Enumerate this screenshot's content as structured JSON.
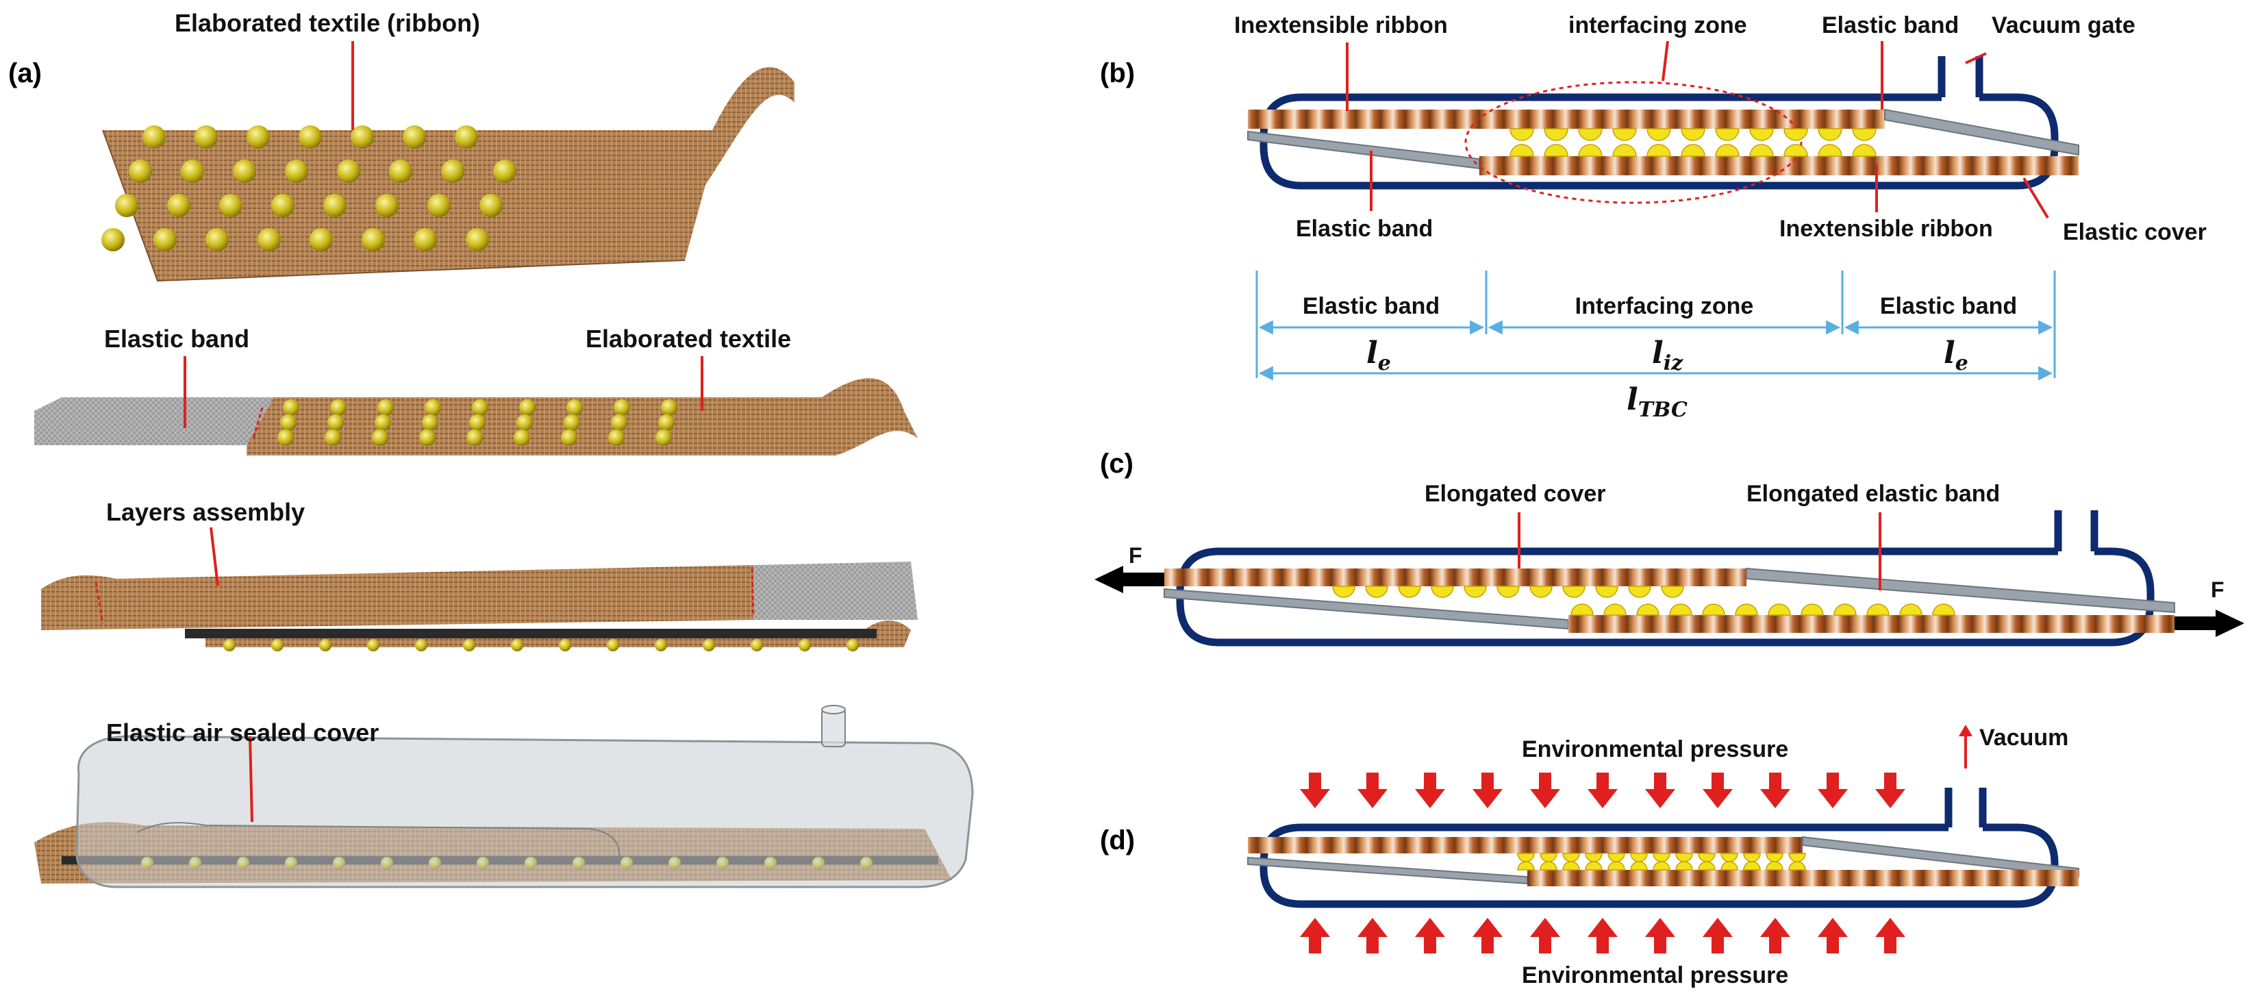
{
  "panels": {
    "a": "(a)",
    "b": "(b)",
    "c": "(c)",
    "d": "(d)"
  },
  "panel_a": {
    "label_textile_ribbon": "Elaborated textile (ribbon)",
    "label_elastic_band": "Elastic band",
    "label_elaborated_textile": "Elaborated textile",
    "label_layers_assembly": "Layers assembly",
    "label_cover": "Elastic air sealed cover"
  },
  "panel_b": {
    "label_inextensible_top": "Inextensible ribbon",
    "label_interfacing_zone": "interfacing zone",
    "label_elastic_top": "Elastic band",
    "label_vacuum_gate": "Vacuum gate",
    "label_elastic_bottom": "Elastic band",
    "label_inextensible_bottom": "Inextensible ribbon",
    "label_elastic_cover": "Elastic cover",
    "dim_left": "Elastic band",
    "dim_mid": "Interfacing zone",
    "dim_right": "Elastic band",
    "sym_le_left": "l",
    "sub_le_left": "e",
    "sym_liz": "l",
    "sub_liz": "iz",
    "sym_le_right": "l",
    "sub_le_right": "e",
    "sym_ltbc": "l",
    "sub_ltbc": "TBC"
  },
  "panel_c": {
    "label_elongated_cover": "Elongated cover",
    "label_elongated_band": "Elongated elastic band",
    "force_left": "F",
    "force_right": "F"
  },
  "panel_d": {
    "label_env_top": "Environmental pressure",
    "label_env_bottom": "Environmental pressure",
    "label_vacuum": "Vacuum"
  },
  "colors": {
    "shell": "#0d2b6e",
    "annotation": "#e0201e",
    "bead": "#f2e21c",
    "ribbon": "#a0521c",
    "band": "#9aa3ab",
    "dimension": "#5aaee0"
  }
}
